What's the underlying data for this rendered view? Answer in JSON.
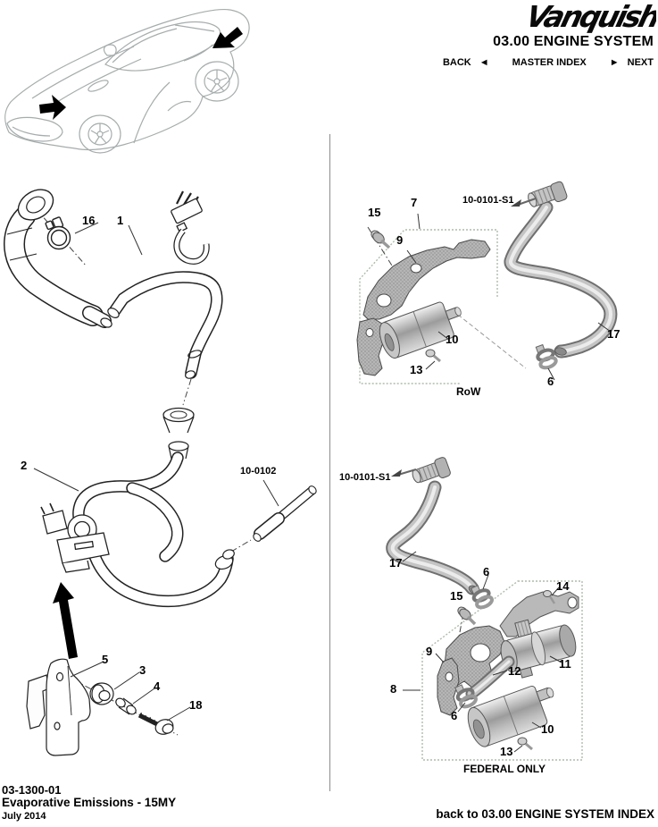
{
  "header": {
    "logo_text": "Vanquish",
    "title": "03.00 ENGINE SYSTEM",
    "nav": {
      "back": "BACK",
      "back_arrow": "◄",
      "master_index": "MASTER INDEX",
      "next_arrow": "►",
      "next": "NEXT"
    }
  },
  "diagram": {
    "section_labels": {
      "row": "RoW",
      "federal": "FEDERAL ONLY"
    },
    "part_refs": {
      "row": "10-0101-S1",
      "federal": "10-0101-S1",
      "pipe": "10-0102"
    },
    "callouts": {
      "c1": "1",
      "c2": "2",
      "c3": "3",
      "c4": "4",
      "c5": "5",
      "c16": "16",
      "c18": "18",
      "c15_row": "15",
      "c7": "7",
      "c9_row": "9",
      "c10_row": "10",
      "c13_row": "13",
      "c6_row": "6",
      "c17_row": "17",
      "c17_fed": "17",
      "c6_fed_upper": "6",
      "c14": "14",
      "c15_fed": "15",
      "c9_fed": "9",
      "c8": "8",
      "c11": "11",
      "c12": "12",
      "c6_fed_lower": "6",
      "c10_fed": "10",
      "c13_fed": "13"
    }
  },
  "footer": {
    "doc_number": "03-1300-01",
    "doc_title": "Evaporative Emissions - 15MY",
    "date": "July 2014",
    "back_link": "back to 03.00 ENGINE SYSTEM INDEX"
  }
}
